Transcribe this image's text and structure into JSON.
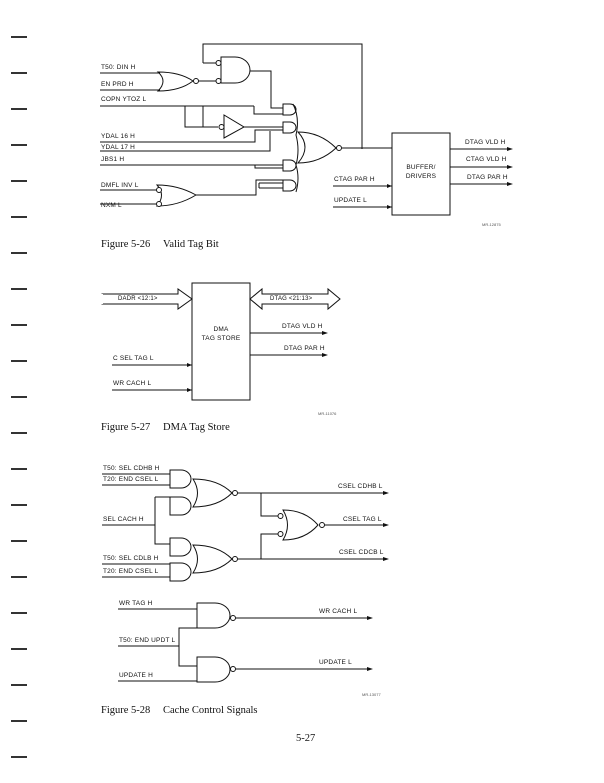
{
  "page": {
    "page_number": "5-27"
  },
  "figure_26": {
    "caption_number": "Figure 5-26",
    "caption_title": "Valid Tag Bit",
    "ref_code": "MR-12875",
    "inputs": {
      "t50_din_h": "T50: DIN H",
      "en_prd_h": "EN PRD H",
      "copn_ytoz_l": "COPN YTOZ L",
      "ydal_16_h": "YDAL 16 H",
      "ydal_17_h": "YDAL 17 H",
      "jbs1_h": "JBS1 H",
      "dmfl_inv_l": "DMFL INV L",
      "nxm_l": "NXM L",
      "ctag_par_h": "CTAG PAR H",
      "update_l": "UPDATE  L"
    },
    "buffer_label_1": "BUFFER/",
    "buffer_label_2": "DRIVERS",
    "outputs": {
      "dtag_vld_h": "DTAG VLD H",
      "ctag_vld_h": "CTAG VLD H",
      "dtag_par_h": "DTAG PAR H"
    }
  },
  "figure_27": {
    "caption_number": "Figure 5-27",
    "caption_title": "DMA Tag Store",
    "ref_code": "MR-11076",
    "box_line_1": "DMA",
    "box_line_2": "TAG STORE",
    "inputs": {
      "dadr": "DADR <12:1>",
      "c_sel_tag_l": "C SEL TAG L",
      "wr_cach_l": "WR CACH L"
    },
    "outputs": {
      "dtag_bus": "DTAG <21:13>",
      "dtag_vld_h": "DTAG VLD H",
      "dtag_par_h": "DTAG PAR H"
    }
  },
  "figure_28": {
    "caption_number": "Figure 5-28",
    "caption_title": "Cache Control Signals",
    "ref_code": "MR-13077",
    "inputs": {
      "t50_sel_cdhb_h": "T50: SEL CDHB H",
      "t20_end_csel_l_1": "T20: END CSEL L",
      "sel_cach_h": "SEL CACH H",
      "t50_sel_cdlb_h": "T50: SEL CDLB H",
      "t20_end_csel_l_2": "T20: END CSEL L",
      "wr_tag_h": "WR TAG H",
      "t50_end_updt_l": "T50: END UPDT L",
      "update_h": "UPDATE H"
    },
    "outputs": {
      "csel_cdhb_l": "CSEL CDHB L",
      "csel_tag_l": "CSEL TAG L",
      "csel_cdcb_l": "CSEL CDCB L",
      "wr_cach_l": "WR CACH L",
      "update_l": "UPDATE L"
    }
  }
}
